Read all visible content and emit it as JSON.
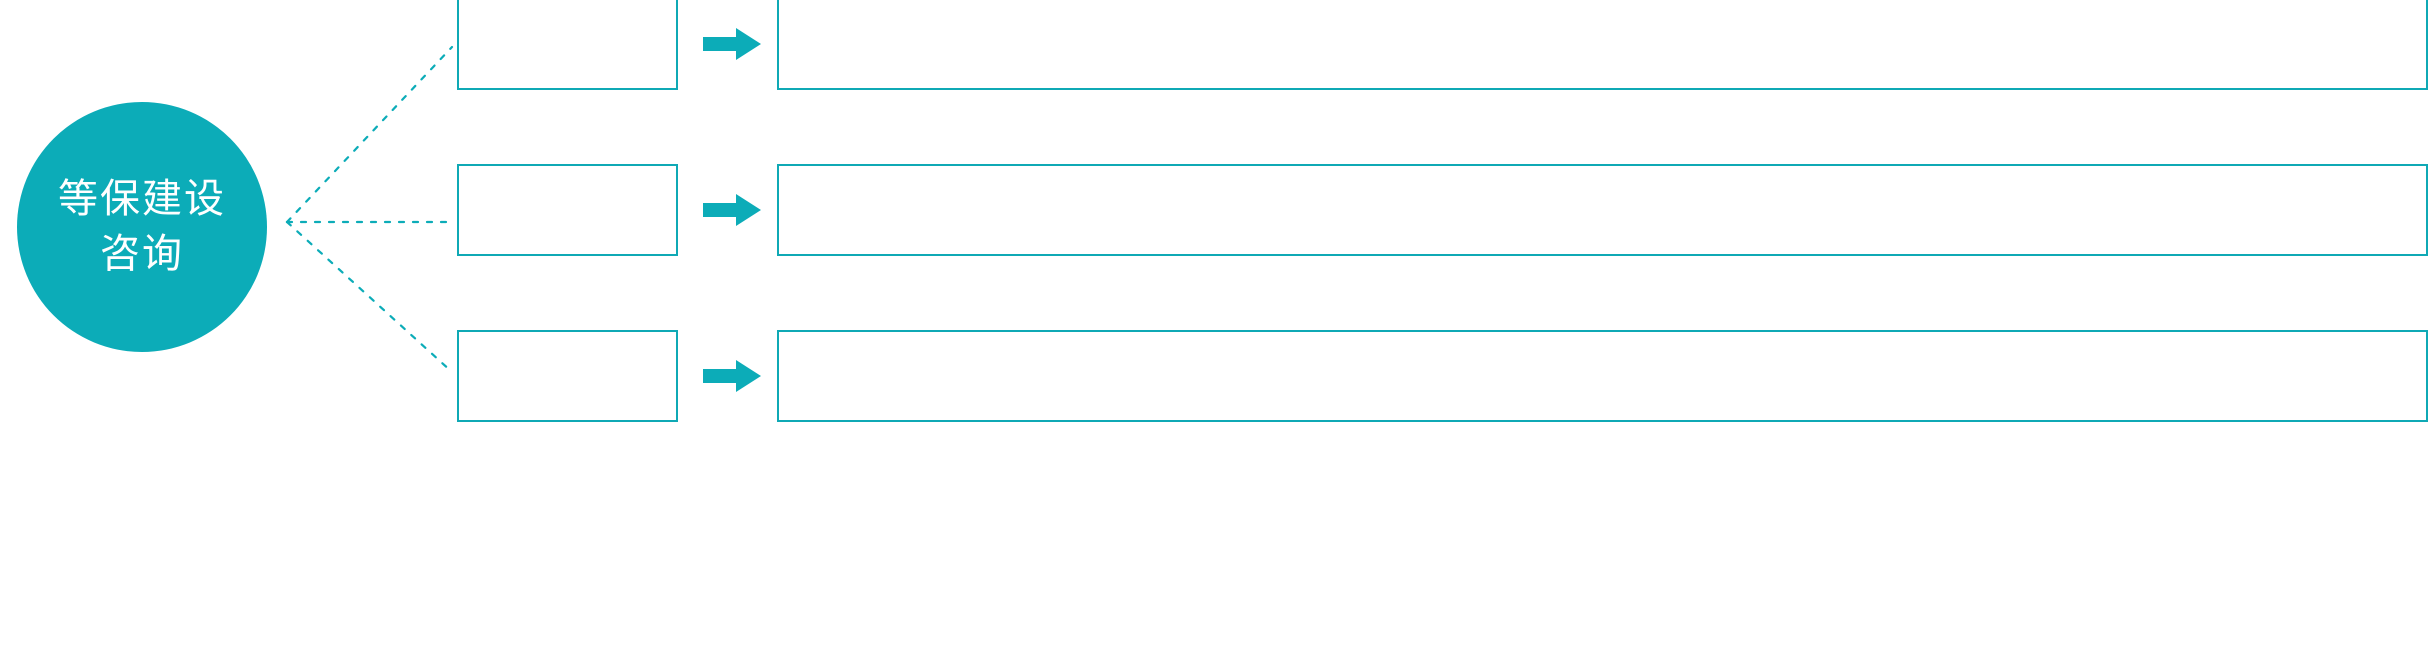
{
  "diagram": {
    "type": "fan-out process diagram",
    "background_color": "#ffffff",
    "accent_color": "#0cacb8",
    "border_color": "#0fa9b5",
    "hub": {
      "shape": "circle",
      "fill_color": "#0cacb8",
      "text_color": "#ffffff",
      "lines": [
        "等保建设",
        "咨询"
      ]
    },
    "connector": {
      "style": "dotted",
      "color": "#0cacb8",
      "icon_name": "dotted-fan-connector"
    },
    "arrow": {
      "icon_name": "block-arrow-right-icon",
      "color": "#0cacb8",
      "direction": "right"
    },
    "rows": [
      {
        "id": "row-1",
        "stage_label": "",
        "detail_label": ""
      },
      {
        "id": "row-2",
        "stage_label": "",
        "detail_label": ""
      },
      {
        "id": "row-3",
        "stage_label": "",
        "detail_label": ""
      }
    ]
  }
}
